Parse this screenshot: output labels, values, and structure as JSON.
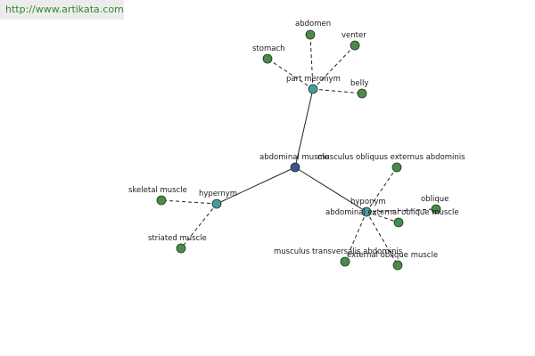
{
  "source": {
    "url": "http://www.artikata.com"
  },
  "colors": {
    "root_node": "#3d4f9b",
    "relation_node": "#4a9aa3",
    "term_node": "#4a8a4a",
    "node_outline": "#1e3a1e",
    "edge": "#222222",
    "label": "#1a1a1a",
    "link": "#2f8a2f"
  },
  "graph": {
    "root": {
      "id": "root",
      "label": "abdominal muscle"
    },
    "relations": [
      {
        "id": "rel-meronym",
        "label": "part meronym",
        "terms": [
          {
            "id": "t-abdomen",
            "label": "abdomen"
          },
          {
            "id": "t-venter",
            "label": "venter"
          },
          {
            "id": "t-stomach",
            "label": "stomach"
          },
          {
            "id": "t-belly",
            "label": "belly"
          }
        ]
      },
      {
        "id": "rel-hypernym",
        "label": "hypernym",
        "terms": [
          {
            "id": "t-skeletal",
            "label": "skeletal muscle"
          },
          {
            "id": "t-striated",
            "label": "striated muscle"
          }
        ]
      },
      {
        "id": "rel-hyponym",
        "label": "hyponym",
        "terms": [
          {
            "id": "t-mobext",
            "label": "musculus obliquus externus abdominis"
          },
          {
            "id": "t-oblique",
            "label": "oblique"
          },
          {
            "id": "t-abdext",
            "label": "abdominal external oblique muscle"
          },
          {
            "id": "t-transv",
            "label": "musculus transversalis abdominis"
          },
          {
            "id": "t-extobl",
            "label": "external oblique muscle"
          }
        ]
      }
    ]
  }
}
